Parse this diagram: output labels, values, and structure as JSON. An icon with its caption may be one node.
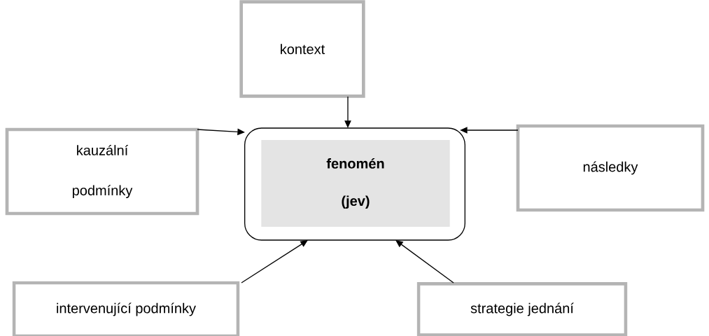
{
  "diagram": {
    "nodes": [
      {
        "text": [
          "kontext"
        ]
      },
      {
        "text": [
          "kauzální podmínky"
        ]
      },
      {
        "text": [],
        "shape": "box"
      },
      {
        "text": [
          "fenomén",
          "(jev)"
        ],
        "in": 2
      },
      {
        "text": [
          "následky"
        ]
      },
      {
        "text": [
          "intervenující podmínky"
        ]
      },
      {
        "text": [
          "strategie jednání"
        ]
      }
    ],
    "edges": [
      {
        "from": 0,
        "to": 2,
        "arrow": "to"
      },
      {
        "from": 1,
        "to": 2,
        "arrow": "to"
      },
      {
        "from": 4,
        "to": 2,
        "arrow": "to"
      },
      {
        "from": 5,
        "to": 2,
        "arrow": "to"
      },
      {
        "from": 6,
        "to": 2,
        "arrow": "to"
      }
    ]
  }
}
